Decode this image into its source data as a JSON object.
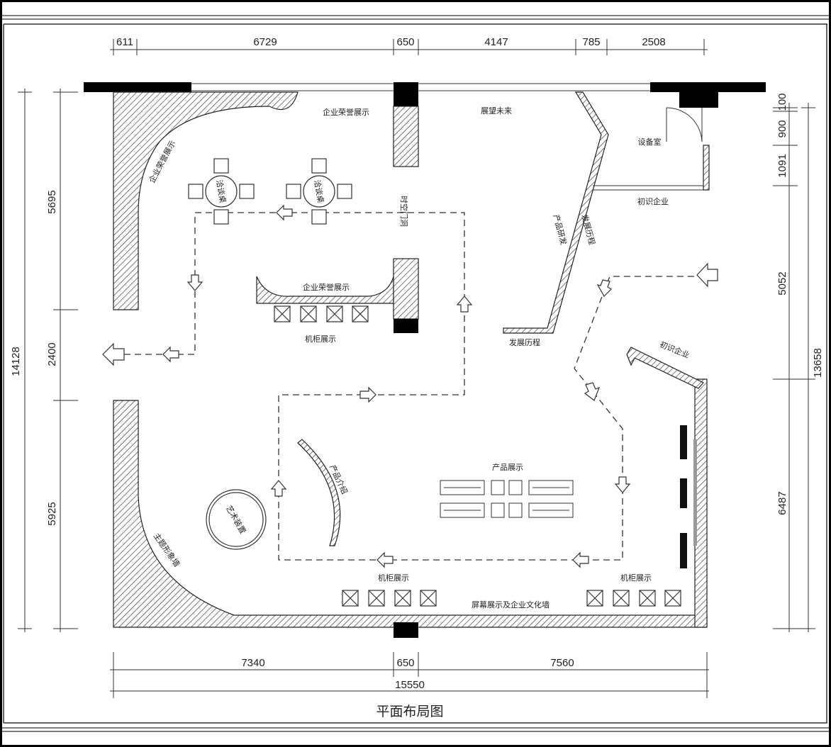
{
  "title": "平面布局图",
  "dimensions": {
    "top": [
      "611",
      "6729",
      "650",
      "4147",
      "785",
      "2508"
    ],
    "bottom": [
      "7340",
      "650",
      "7560"
    ],
    "bottom_total": "15550",
    "left_total": "14128",
    "left": [
      "5695",
      "2400",
      "5925"
    ],
    "right_total": "13658",
    "right": [
      "900",
      "100",
      "1091",
      "5052",
      "6487"
    ]
  },
  "labels": {
    "honor_top": "企业荣誉展示",
    "honor_left": "企业荣誉展示",
    "honor_center": "企业荣誉展示",
    "future": "展望未来",
    "equipment_room": "设备室",
    "first_meet_top": "初识企业",
    "first_meet_right": "初识企业",
    "negotiation_table_1": "洽谈桌",
    "negotiation_table_2": "洽谈桌",
    "time_tunnel": "时空门洞",
    "rd": "产品研发",
    "history_diag": "发展历程",
    "history": "发展历程",
    "cabinet_center": "机柜展示",
    "cabinet_bottom_left": "机柜展示",
    "cabinet_bottom_right": "机柜展示",
    "product_intro": "产品介绍",
    "product_display": "产品展示",
    "art_installation": "艺术装置",
    "theme_wall": "主题形象墙",
    "screen_wall": "屏幕展示及企业文化墙"
  },
  "colors": {
    "line": "#333333",
    "wall": "#000000"
  }
}
